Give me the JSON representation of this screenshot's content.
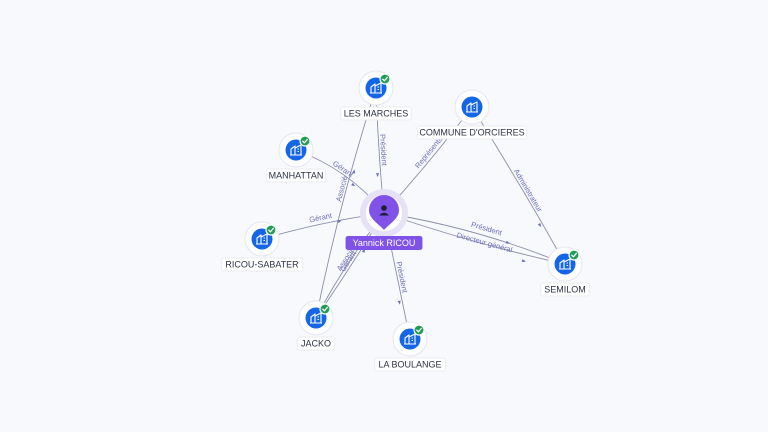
{
  "center": {
    "name": "Yannick RICOU",
    "icon": "person-icon",
    "color": "#8052e8"
  },
  "companies": [
    {
      "id": "les-marches",
      "name": "LES MARCHES",
      "verified": true
    },
    {
      "id": "commune-dorcieres",
      "name": "COMMUNE D'ORCIERES",
      "verified": false
    },
    {
      "id": "manhattan",
      "name": "MANHATTAN",
      "verified": true
    },
    {
      "id": "ricou-sabater",
      "name": "RICOU-SABATER",
      "verified": true
    },
    {
      "id": "jacko",
      "name": "JACKO",
      "verified": true
    },
    {
      "id": "la-boulange",
      "name": "LA BOULANGE",
      "verified": true
    },
    {
      "id": "semilom",
      "name": "SEMILOM",
      "verified": true
    }
  ],
  "relations": [
    {
      "from": "center",
      "to": "les-marches",
      "label": "Président"
    },
    {
      "from": "center",
      "to": "commune-dorcieres",
      "label": "Représentant"
    },
    {
      "from": "center",
      "to": "manhattan",
      "label": "Gérant"
    },
    {
      "from": "center",
      "to": "ricou-sabater",
      "label": "Gérant"
    },
    {
      "from": "center",
      "to": "jacko",
      "label": "Gérant"
    },
    {
      "from": "center",
      "to": "jacko",
      "label": "Associé"
    },
    {
      "from": "les-marches",
      "to": "jacko",
      "label": "Associé"
    },
    {
      "from": "center",
      "to": "la-boulange",
      "label": "Président"
    },
    {
      "from": "center",
      "to": "semilom",
      "label": "Président"
    },
    {
      "from": "center",
      "to": "semilom",
      "label": "Directeur général"
    },
    {
      "from": "commune-dorcieres",
      "to": "semilom",
      "label": "Administrateur"
    }
  ],
  "colors": {
    "company": "#1466e6",
    "verified": "#1f9d55",
    "edge": "#8a8fa8",
    "edge_label": "#6a6fb8",
    "background": "#f8f9fc"
  },
  "icons": {
    "company": "building-icon",
    "verified": "check-badge-icon"
  }
}
